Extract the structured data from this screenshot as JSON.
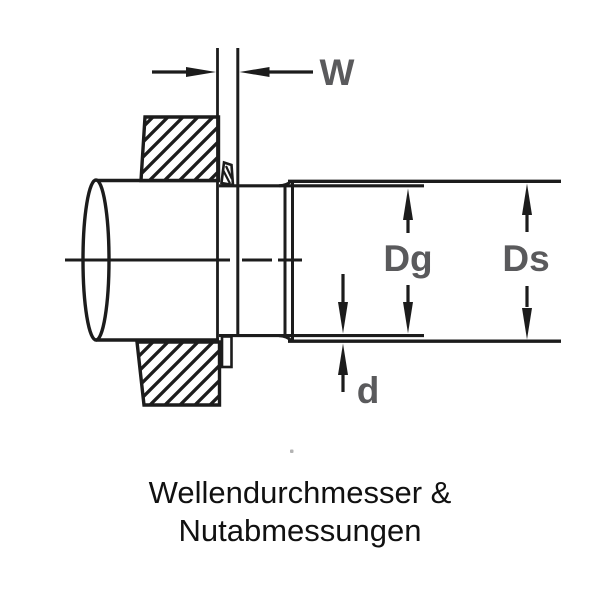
{
  "diagram": {
    "dimension_labels": {
      "w": "W",
      "dg": "Dg",
      "ds": "Ds",
      "d": "d"
    },
    "caption": {
      "line1": "Wellendurchmesser &",
      "line2": "Nutabmessungen"
    },
    "colors": {
      "line": "#1c1c1c",
      "dimension_label": "#5a5a5c",
      "caption_text": "#111111",
      "background": "#ffffff"
    }
  }
}
